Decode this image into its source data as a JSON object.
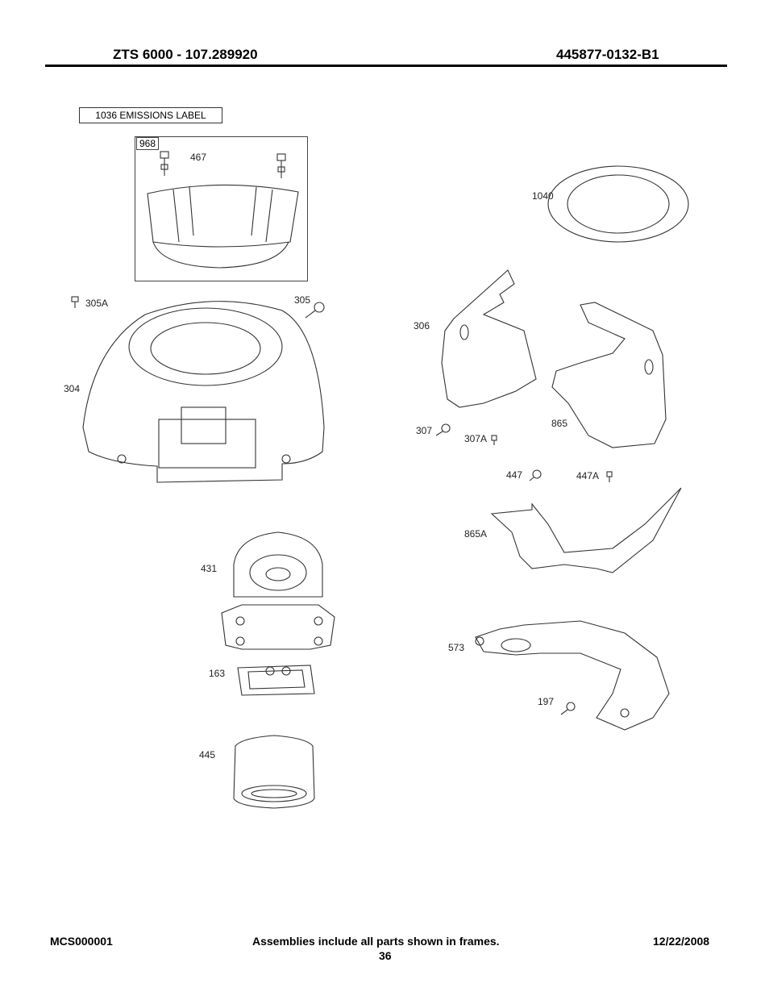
{
  "header": {
    "model": "ZTS 6000 - 107.289920",
    "part_number": "445877-0132-B1"
  },
  "emissions_label": "1036 EMISSIONS LABEL",
  "frame_id": "968",
  "callouts": {
    "c467": "467",
    "c1040": "1040",
    "c305A": "305A",
    "c305": "305",
    "c306": "306",
    "c304": "304",
    "c307": "307",
    "c307A": "307A",
    "c865": "865",
    "c447": "447",
    "c447A": "447A",
    "c865A": "865A",
    "c431": "431",
    "c573": "573",
    "c163": "163",
    "c197": "197",
    "c445": "445"
  },
  "footer": {
    "code": "MCS000001",
    "note": "Assemblies include all parts shown in frames.",
    "page": "36",
    "date": "12/22/2008"
  }
}
